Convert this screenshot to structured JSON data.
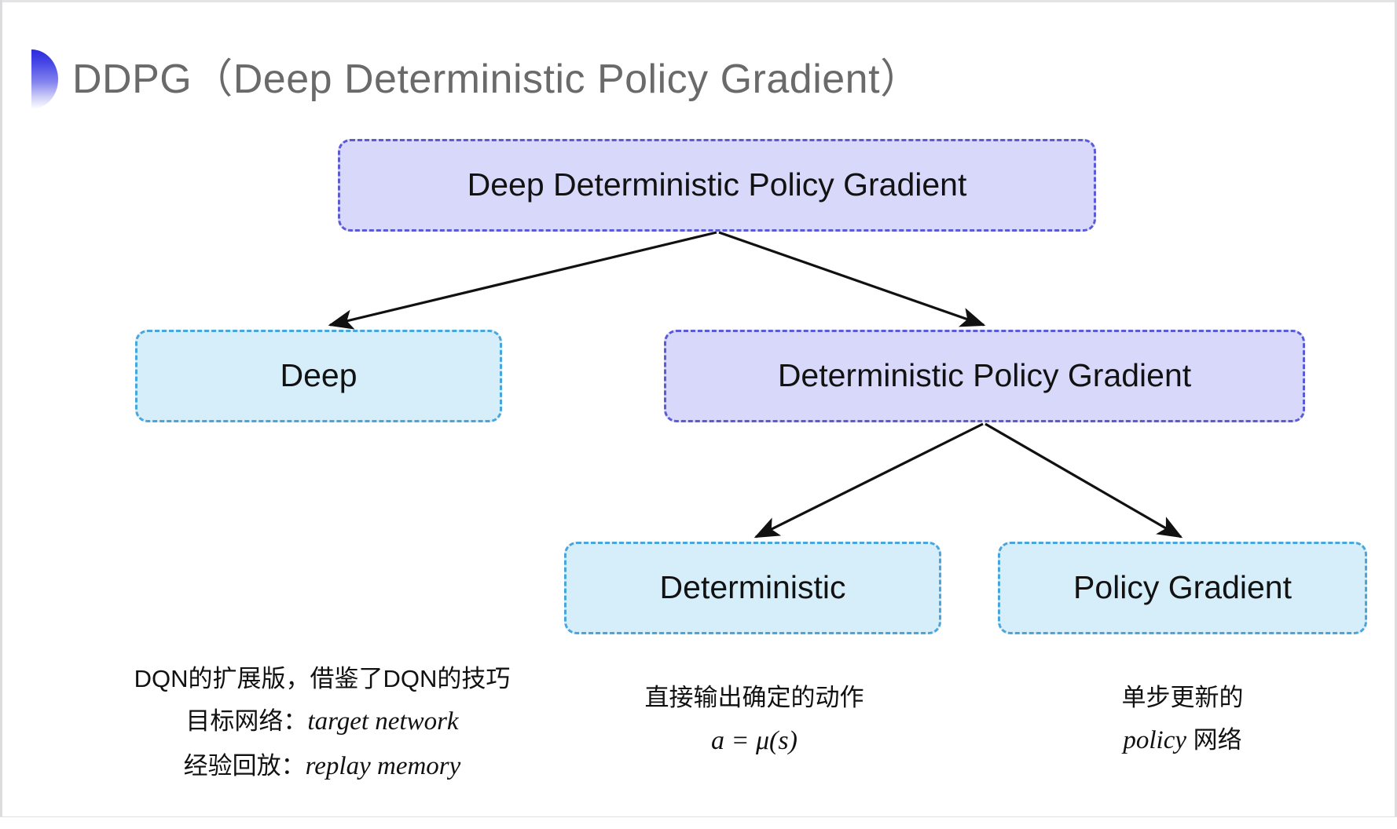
{
  "slide": {
    "title": "DDPG（Deep Deterministic Policy Gradient）",
    "bullet_icon": "half-ellipse-bullet-icon",
    "background_color": "#ffffff",
    "title_color": "#6a6a6a"
  },
  "colors": {
    "purple_fill": "#d8d8fb",
    "purple_border": "#5b5bd6",
    "cyan_fill": "#d5eefa",
    "cyan_border": "#49a6dd",
    "arrow": "#111111",
    "text": "#121212"
  },
  "diagram": {
    "type": "tree",
    "nodes": [
      {
        "id": "root",
        "label": "Deep Deterministic Policy Gradient",
        "style": "purple"
      },
      {
        "id": "deep",
        "label": "Deep",
        "style": "cyan"
      },
      {
        "id": "dpg",
        "label": "Deterministic Policy Gradient",
        "style": "purple"
      },
      {
        "id": "det",
        "label": "Deterministic",
        "style": "cyan"
      },
      {
        "id": "pg",
        "label": "Policy Gradient",
        "style": "cyan"
      }
    ],
    "edges": [
      {
        "from": "root",
        "to": "deep"
      },
      {
        "from": "root",
        "to": "dpg"
      },
      {
        "from": "dpg",
        "to": "det"
      },
      {
        "from": "dpg",
        "to": "pg"
      }
    ]
  },
  "captions": {
    "deep": {
      "line1": "DQN的扩展版，借鉴了DQN的技巧",
      "line2_label": "目标网络：",
      "line2_term": "target network",
      "line3_label": "经验回放：",
      "line3_term": "replay memory"
    },
    "deterministic": {
      "line1": "直接输出确定的动作",
      "formula": "a = μ(s)"
    },
    "policy_gradient": {
      "line1": "单步更新的",
      "line2_term": "policy",
      "line2_suffix": " 网络"
    }
  }
}
